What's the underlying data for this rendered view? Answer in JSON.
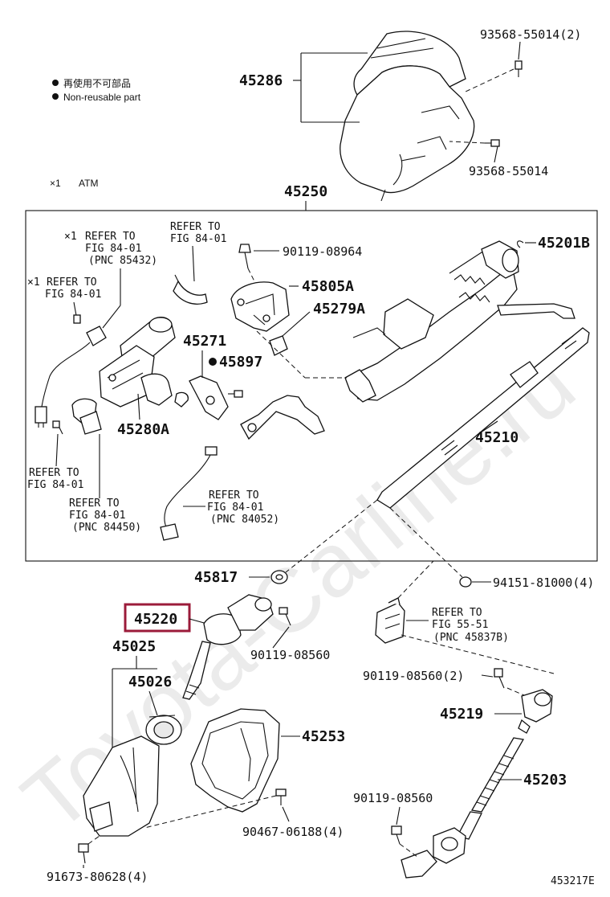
{
  "diagram": {
    "legend": {
      "non_reusable_jp": "再使用不可部品",
      "non_reusable_en": "Non-reusable part",
      "atm_marker": "×1",
      "atm_label": "ATM"
    },
    "watermark": "Toyota-Carline.ru",
    "figure_id": "453217E",
    "highlighted_part": "45220",
    "assembly_number": "45250",
    "parts": {
      "p45286": "45286",
      "p93568_55014_2": "93568-55014(2)",
      "p93568_55014": "93568-55014",
      "p45201B": "45201B",
      "p90119_08964": "90119-08964",
      "p45805A": "45805A",
      "p45279A": "45279A",
      "p45271": "45271",
      "p45897": "45897",
      "p45280A": "45280A",
      "p45210": "45210",
      "p45817": "45817",
      "p94151_81000_4": "94151-81000(4)",
      "p45220": "45220",
      "p90119_08560_a": "90119-08560",
      "p45025": "45025",
      "p45026": "45026",
      "p90119_08560_2": "90119-08560(2)",
      "p45219": "45219",
      "p45253": "45253",
      "p45203": "45203",
      "p90119_08560_b": "90119-08560",
      "p90467_06188_4": "90467-06188(4)",
      "p91673_80628_4": "91673-80628(4)"
    },
    "refs": {
      "r1": {
        "mark": "×1",
        "l1": "REFER TO",
        "l2": "FIG 84-01",
        "l3": "(PNC 85432)"
      },
      "r2": {
        "l1": "REFER TO",
        "l2": "FIG 84-01"
      },
      "r3": {
        "mark": "×1",
        "l1": "REFER TO",
        "l2": "FIG 84-01"
      },
      "r4": {
        "l1": "REFER TO",
        "l2": "FIG 84-01"
      },
      "r5": {
        "l1": "REFER TO",
        "l2": "FIG 84-01",
        "l3": "(PNC 84450)"
      },
      "r6": {
        "l1": "REFER TO",
        "l2": "FIG 84-01",
        "l3": "(PNC 84052)"
      },
      "r7": {
        "l1": "REFER TO",
        "l2": "FIG 55-51",
        "l3": "(PNC 45837B)"
      }
    },
    "colors": {
      "line": "#111111",
      "highlight": "#9b1b3a",
      "watermark": "#d4d4d4"
    }
  }
}
